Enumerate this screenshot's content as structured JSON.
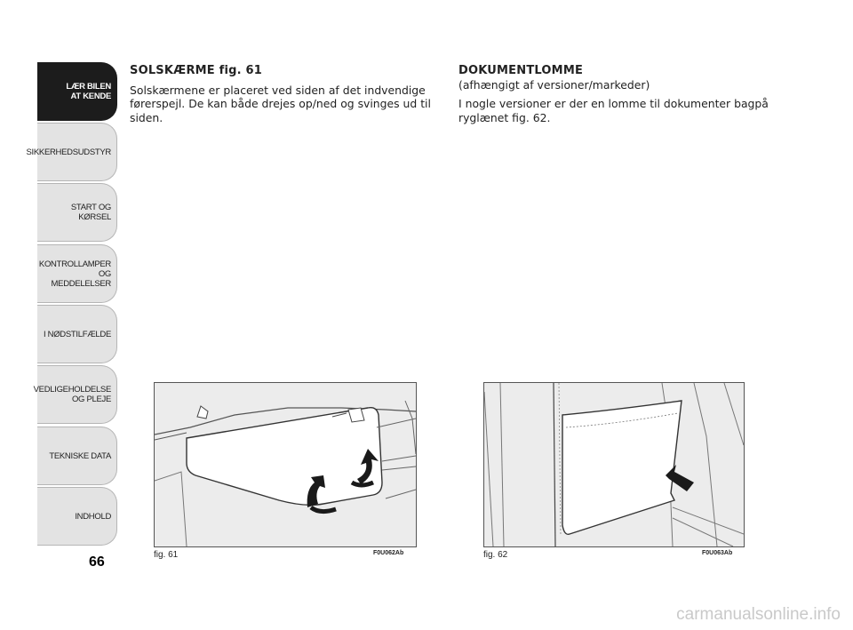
{
  "sidebar": {
    "tabs": [
      {
        "label": "LÆR BILEN\nAT KENDE",
        "active": true
      },
      {
        "label": "SIKKERHEDSUDSTYR",
        "active": false
      },
      {
        "label": "START OG KØRSEL",
        "active": false
      },
      {
        "label": "KONTROLLAMPER\nOG MEDDELELSER",
        "active": false
      },
      {
        "label": "I NØDSTILFÆLDE",
        "active": false
      },
      {
        "label": "VEDLIGEHOLDELSE\nOG PLEJE",
        "active": false
      },
      {
        "label": "TEKNISKE DATA",
        "active": false
      },
      {
        "label": "INDHOLD",
        "active": false
      }
    ],
    "page_number": "66"
  },
  "left_section": {
    "heading": "SOLSKÆRME fig. 61",
    "body": "Solskærmene er placeret ved siden af det indvendige førerspejl. De kan både drejes op/ned og svinges ud til siden."
  },
  "right_section": {
    "heading": "DOKUMENTLOMME",
    "subheading": "(afhængigt af versioner/markeder)",
    "body": "I nogle versioner er der en lomme til dokumenter bagpå ryglænet fig. 62."
  },
  "figures": [
    {
      "caption": "fig. 61",
      "code": "F0U062Ab"
    },
    {
      "caption": "fig. 62",
      "code": "F0U063Ab"
    }
  ],
  "watermark": "carmanualsonline.info"
}
